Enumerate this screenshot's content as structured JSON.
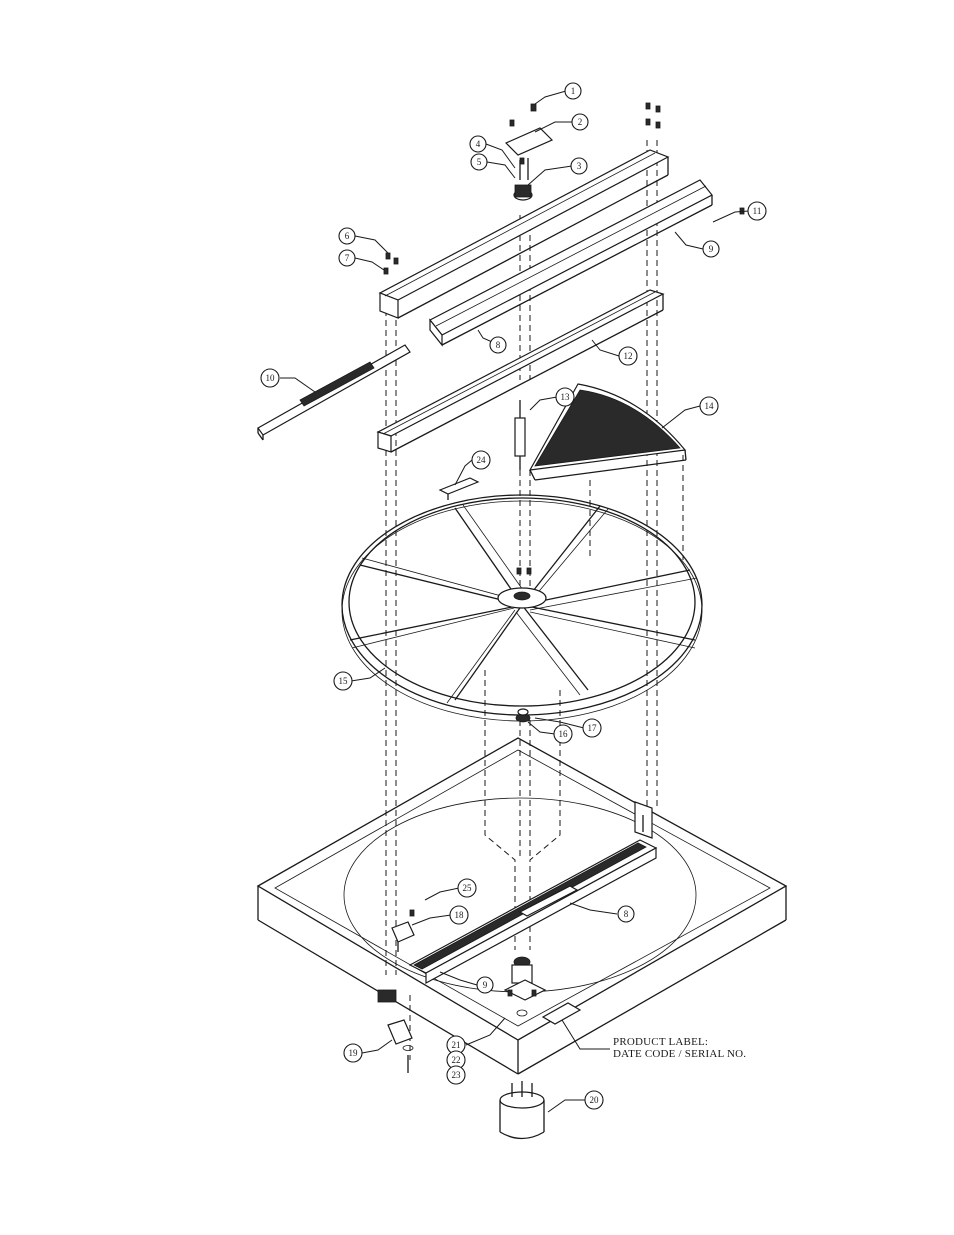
{
  "balloons": [
    {
      "id": "b1",
      "label": "1"
    },
    {
      "id": "b2",
      "label": "2"
    },
    {
      "id": "b3",
      "label": "3"
    },
    {
      "id": "b4",
      "label": "4"
    },
    {
      "id": "b5",
      "label": "5"
    },
    {
      "id": "b6",
      "label": "6"
    },
    {
      "id": "b7",
      "label": "7"
    },
    {
      "id": "b8a",
      "label": "8"
    },
    {
      "id": "b8b",
      "label": "8"
    },
    {
      "id": "b9a",
      "label": "9"
    },
    {
      "id": "b9b",
      "label": "9"
    },
    {
      "id": "b10",
      "label": "10"
    },
    {
      "id": "b11",
      "label": "11"
    },
    {
      "id": "b12",
      "label": "12"
    },
    {
      "id": "b13",
      "label": "13"
    },
    {
      "id": "b14",
      "label": "14"
    },
    {
      "id": "b15",
      "label": "15"
    },
    {
      "id": "b16",
      "label": "16"
    },
    {
      "id": "b17",
      "label": "17"
    },
    {
      "id": "b18",
      "label": "18"
    },
    {
      "id": "b19",
      "label": "19"
    },
    {
      "id": "b20",
      "label": "20"
    },
    {
      "id": "b21",
      "label": "21"
    },
    {
      "id": "b22",
      "label": "22"
    },
    {
      "id": "b23",
      "label": "23"
    },
    {
      "id": "b24",
      "label": "24"
    },
    {
      "id": "b25",
      "label": "25"
    }
  ],
  "product_label": {
    "line1": "PRODUCT LABEL:",
    "line2": "DATE CODE / SERIAL NO."
  }
}
